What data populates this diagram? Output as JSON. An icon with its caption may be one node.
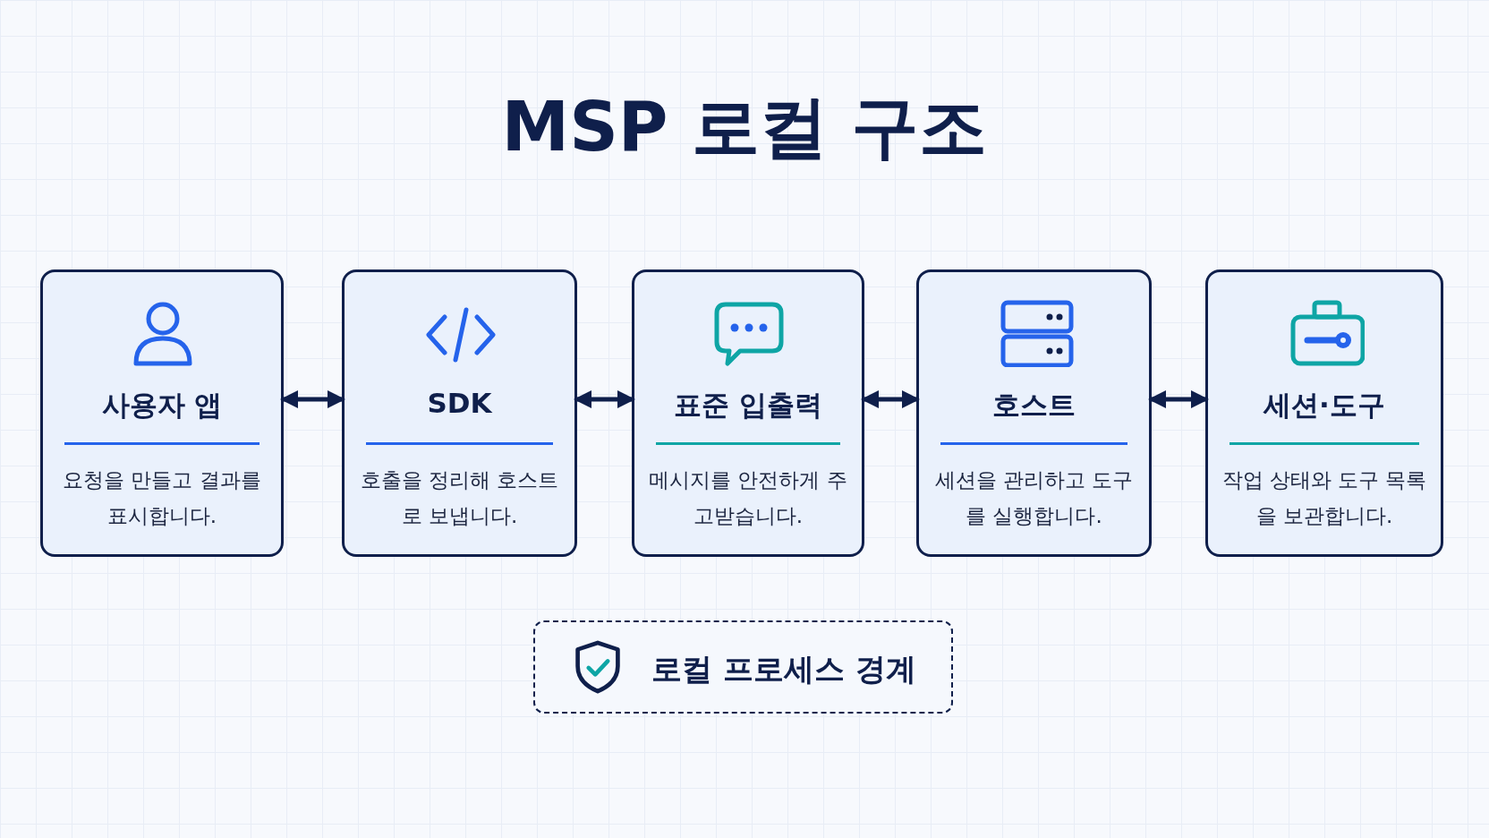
{
  "diagram": {
    "title": "MSP 로컬 구조",
    "nodes": [
      {
        "text": [
          "사용자 앱",
          "요청을 만들고 결과를 표시합니다."
        ]
      },
      {
        "text": [
          "SDK",
          "호출을 정리해 호스트로 보냅니다."
        ]
      },
      {
        "text": [
          "표준 입출력",
          "메시지를 안전하게 주고받습니다."
        ]
      },
      {
        "text": [
          "호스트",
          "세션을 관리하고 도구를 실행합니다."
        ]
      },
      {
        "text": [
          "세션·도구",
          "작업 상태와 도구 목록을 보관합니다."
        ]
      },
      {
        "text": [
          "로컬 프로세스 경계"
        ]
      }
    ],
    "edges": [
      {
        "from": 0,
        "to": 1,
        "arrow": "both"
      },
      {
        "from": 1,
        "to": 2,
        "arrow": "both"
      },
      {
        "from": 2,
        "to": 3,
        "arrow": "both"
      },
      {
        "from": 3,
        "to": 4,
        "arrow": "both"
      }
    ]
  }
}
